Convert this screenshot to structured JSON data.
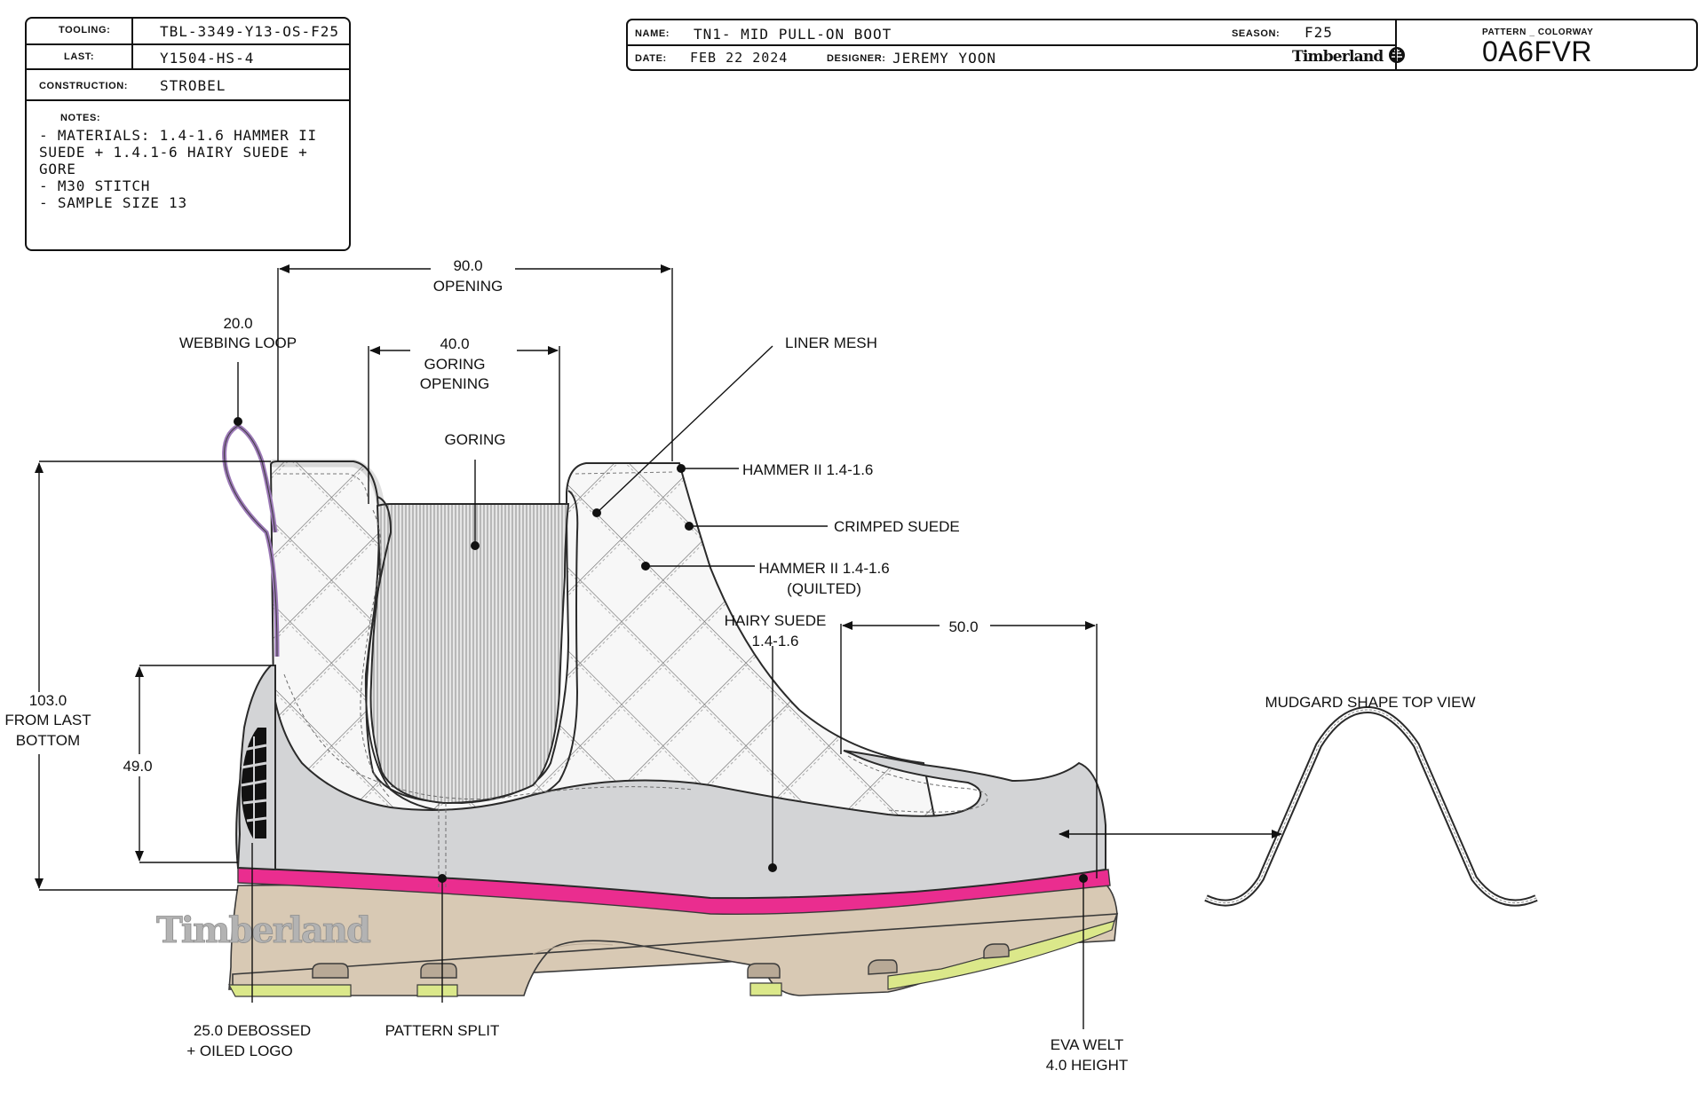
{
  "spec": {
    "tooling_label": "TOOLING:",
    "tooling": "TBL-3349-Y13-OS-F25",
    "last_label": "LAST:",
    "last": "Y1504-HS-4",
    "construction_label": "CONSTRUCTION:",
    "construction": "STROBEL",
    "notes_label": "NOTES:",
    "notes": [
      "- MATERIALS: 1.4-1.6 HAMMER II",
      "SUEDE + 1.4.1-6 HAIRY SUEDE +",
      "GORE",
      "-  M30 STITCH",
      "-  SAMPLE SIZE 13"
    ]
  },
  "title_block": {
    "name_label": "NAME:",
    "name": "TN1- MID PULL-ON BOOT",
    "season_label": "SEASON:",
    "season": "F25",
    "date_label": "DATE:",
    "date": "FEB 22 2024",
    "designer_label": "DESIGNER:",
    "designer": "JEREMY YOON",
    "brand": "Timberland",
    "pattern_label": "PATTERN _ COLORWAY",
    "pattern": "0A6FVR"
  },
  "callouts": {
    "opening_value": "90.0",
    "opening_label": "OPENING",
    "webbing_value": "20.0",
    "webbing_label": "WEBBING LOOP",
    "goring_opening_value": "40.0",
    "goring_opening_l1": "GORING",
    "goring_opening_l2": "OPENING",
    "goring": "GORING",
    "liner_mesh": "LINER MESH",
    "hammer_top": "HAMMER II 1.4-1.6",
    "crimped_suede": "CRIMPED SUEDE",
    "hammer_quilted_l1": "HAMMER II 1.4-1.6",
    "hammer_quilted_l2": "(QUILTED)",
    "hairy_suede_l1": "HAIRY SUEDE",
    "hairy_suede_l2": "1.4-1.6",
    "mudguard_width": "50.0",
    "height_value": "103.0",
    "height_l1": "FROM LAST",
    "height_l2": "BOTTOM",
    "counter_height": "49.0",
    "mudguard_top_view": "MUDGARD SHAPE TOP VIEW",
    "debossed_l1": "25.0 DEBOSSED",
    "debossed_l2": "+   OILED LOGO",
    "pattern_split": "PATTERN SPLIT",
    "eva_welt_l1": "EVA WELT",
    "eva_welt_l2": "4.0 HEIGHT",
    "sole_brand": "Timberland"
  },
  "colors": {
    "welt_magenta": "#ea2d8f",
    "outsole_tan": "#d8c9b4",
    "tread_lime": "#dbe88a",
    "mudguard_grey": "#d3d4d6",
    "loop_purple": "#9b78b6",
    "quilt_white": "#f7f7f7",
    "goring_grey": "#b8b8b8"
  }
}
